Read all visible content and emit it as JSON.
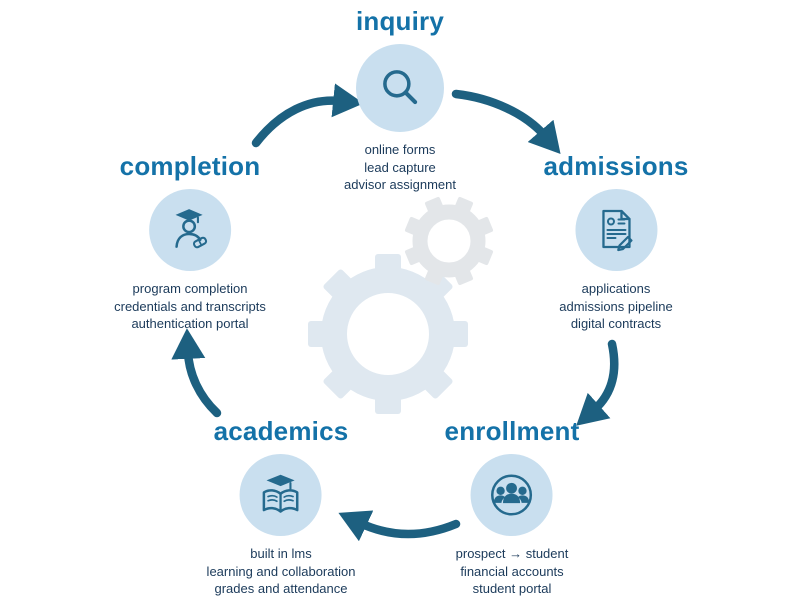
{
  "colors": {
    "stage_title": "#1472a8",
    "body_text": "#1b3a5a",
    "arrow": "#1d6080",
    "icon_stroke": "#256a8e",
    "icon_circle_bg": "#c9dfef",
    "gear_large": "#dfe8f0",
    "gear_small": "#e3e6e9",
    "background": "#ffffff"
  },
  "stages": [
    {
      "title": "inquiry",
      "icon": "magnifier-icon",
      "lines": [
        "online forms",
        "lead capture",
        "advisor assignment"
      ]
    },
    {
      "title": "admissions",
      "icon": "application-document-icon",
      "lines": [
        "applications",
        "admissions pipeline",
        "digital contracts"
      ]
    },
    {
      "title": "enrollment",
      "icon": "student-group-icon",
      "lines": [
        "prospect → student",
        "financial accounts",
        "student portal"
      ]
    },
    {
      "title": "academics",
      "icon": "book-graduation-cap-icon",
      "lines": [
        "built in lms",
        "learning and collaboration",
        "grades and attendance"
      ]
    },
    {
      "title": "completion",
      "icon": "graduate-diploma-icon",
      "lines": [
        "program completion",
        "credentials and transcripts",
        "authentication portal"
      ]
    }
  ],
  "arrows": [
    {
      "from": "completion",
      "to": "inquiry"
    },
    {
      "from": "inquiry",
      "to": "admissions"
    },
    {
      "from": "admissions",
      "to": "enrollment"
    },
    {
      "from": "enrollment",
      "to": "academics"
    },
    {
      "from": "academics",
      "to": "completion"
    }
  ]
}
